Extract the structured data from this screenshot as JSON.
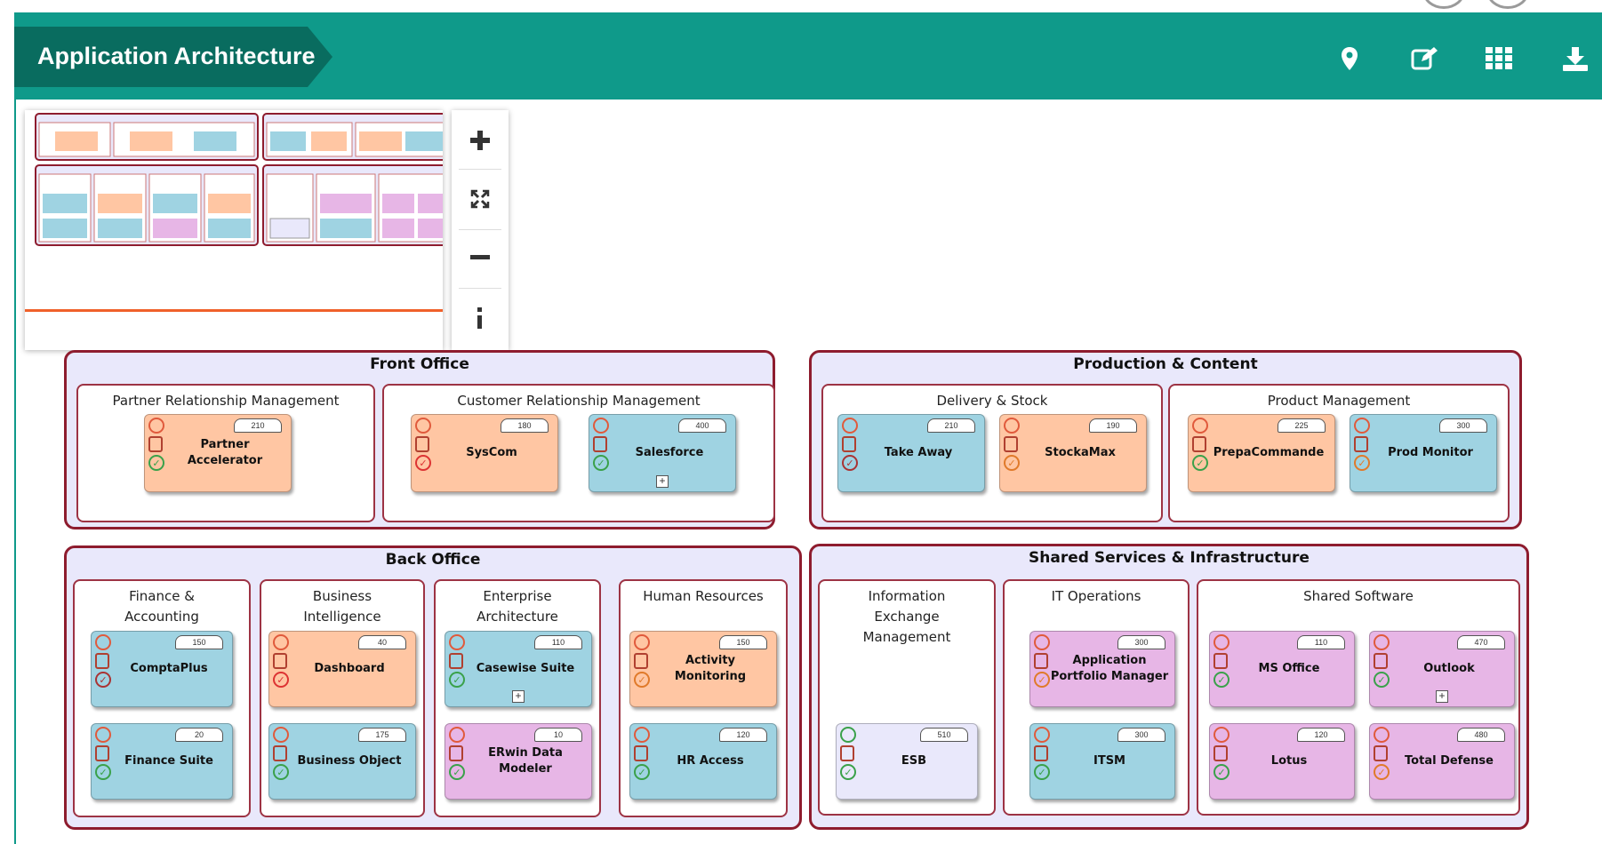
{
  "header": {
    "title": "Application Architecture",
    "actions": [
      "location-pin-icon",
      "edit-icon",
      "grid-view-icon",
      "download-icon"
    ]
  },
  "zoom": {
    "controls": [
      "zoom-in-icon",
      "fit-view-icon",
      "zoom-out-icon",
      "info-icon"
    ]
  },
  "colors": {
    "header": "#0f9a8a",
    "title_tab": "#096c5f",
    "group_border": "#8e1c2e",
    "group_fill": "#e9e8fb",
    "card_orange": "#ffc6a3",
    "card_blue": "#9fd3e2",
    "card_pink": "#e7b6e6"
  },
  "groups": {
    "front": {
      "title": "Front Office",
      "prm": "Partner Relationship Management",
      "crm": "Customer Relationship Management"
    },
    "prod": {
      "title": "Production & Content",
      "delivery": "Delivery & Stock",
      "product": "Product Management"
    },
    "back": {
      "title": "Back Office",
      "fin": "Finance &\nAccounting",
      "bi": "Business\nIntelligence",
      "ea": "Enterprise\nArchitecture",
      "hr": "Human Resources"
    },
    "shared": {
      "title": "Shared Services & Infrastructure",
      "iem": "Information\nExchange\nManagement",
      "itops": "IT Operations",
      "sw": "Shared Software"
    }
  },
  "apps": {
    "partner_accelerator": {
      "name": "Partner Accelerator",
      "count": "210"
    },
    "syscom": {
      "name": "SysCom",
      "count": "180"
    },
    "salesforce": {
      "name": "Salesforce",
      "count": "400"
    },
    "take_away": {
      "name": "Take Away",
      "count": "210"
    },
    "stockamax": {
      "name": "StockaMax",
      "count": "190"
    },
    "prepacommande": {
      "name": "PrepaCommande",
      "count": "225"
    },
    "prod_monitor": {
      "name": "Prod Monitor",
      "count": "300"
    },
    "comptaplus": {
      "name": "ComptaPlus",
      "count": "150"
    },
    "finance_suite": {
      "name": "Finance Suite",
      "count": "20"
    },
    "dashboard": {
      "name": "Dashboard",
      "count": "40"
    },
    "business_object": {
      "name": "Business Object",
      "count": "175"
    },
    "casewise": {
      "name": "Casewise Suite",
      "count": "110"
    },
    "erwin": {
      "name": "ERwin Data Modeler",
      "count": "10"
    },
    "activity_monitoring": {
      "name": "Activity Monitoring",
      "count": "150"
    },
    "hr_access": {
      "name": "HR Access",
      "count": "120"
    },
    "esb": {
      "name": "ESB",
      "count": "510"
    },
    "apm": {
      "name": "Application Portfolio Manager",
      "count": "300"
    },
    "itsm": {
      "name": "ITSM",
      "count": "300"
    },
    "ms_office": {
      "name": "MS Office",
      "count": "110"
    },
    "outlook": {
      "name": "Outlook",
      "count": "470"
    },
    "lotus": {
      "name": "Lotus",
      "count": "120"
    },
    "total_defense": {
      "name": "Total Defense",
      "count": "480"
    }
  }
}
